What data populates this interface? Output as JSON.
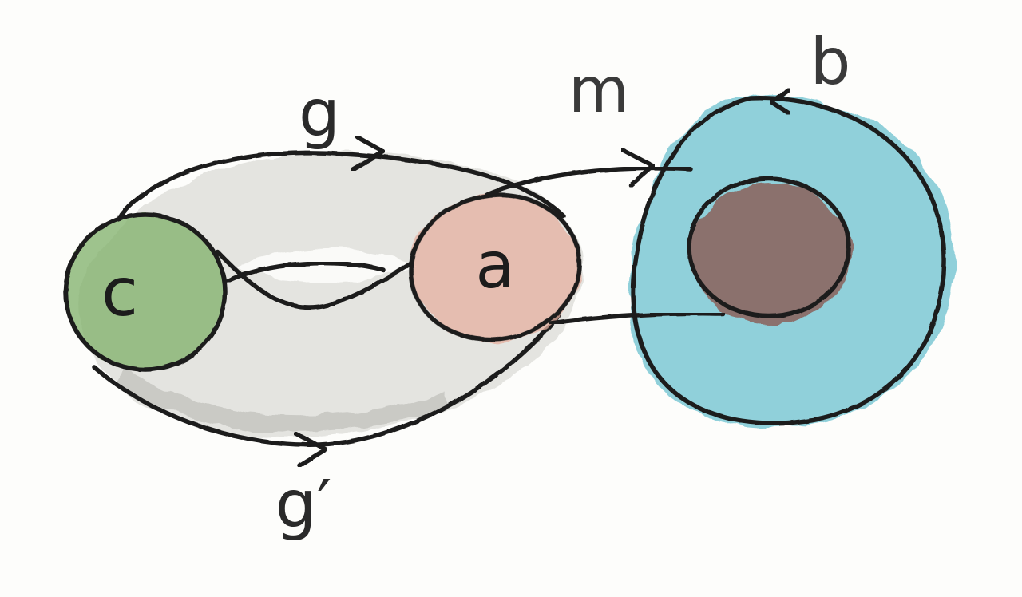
{
  "diagram": {
    "labels": {
      "c": "c",
      "a": "a",
      "b": "b",
      "g": "g",
      "g_prime": "g′",
      "m": "m"
    },
    "colors": {
      "background": "#fdfdfb",
      "ink": "#1c1c1c",
      "label_ink": "#3a3a3a",
      "c_fill": "#7fb069",
      "a_fill": "#e6b0a0",
      "b_fill": "#74c6d2",
      "inner_b_fill": "#8a5a52",
      "torus_fill": "#d8d8d4"
    }
  }
}
